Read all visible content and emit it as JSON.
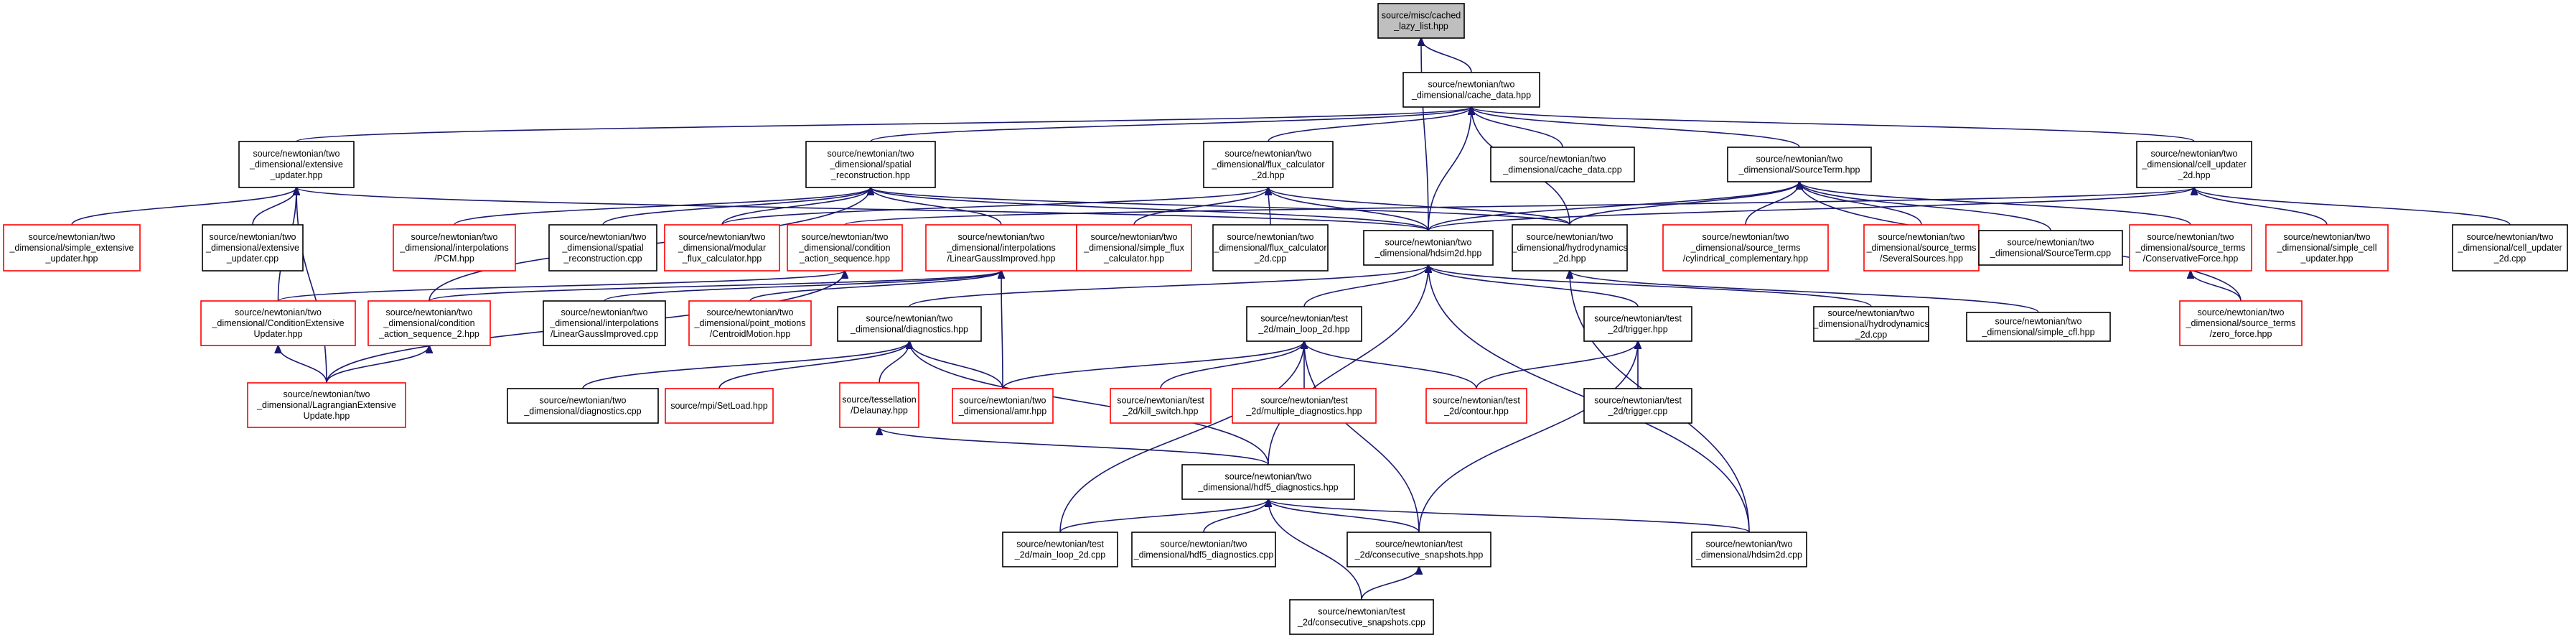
{
  "graph": {
    "nodes": [
      {
        "id": "n0",
        "lines": [
          "source/misc/cached",
          "_lazy_list.hpp"
        ],
        "style": "root"
      },
      {
        "id": "n1",
        "lines": [
          "source/newtonian/two",
          "_dimensional/cache_data.hpp"
        ],
        "style": "ref"
      },
      {
        "id": "n2",
        "lines": [
          "source/newtonian/two",
          "_dimensional/extensive",
          "_updater.hpp"
        ],
        "style": "ref"
      },
      {
        "id": "n3",
        "lines": [
          "source/newtonian/two",
          "_dimensional/spatial",
          "_reconstruction.hpp"
        ],
        "style": "ref"
      },
      {
        "id": "n4",
        "lines": [
          "source/newtonian/two",
          "_dimensional/flux_calculator",
          "_2d.hpp"
        ],
        "style": "ref"
      },
      {
        "id": "n5",
        "lines": [
          "source/newtonian/two",
          "_dimensional/cache_data.cpp"
        ],
        "style": "ref"
      },
      {
        "id": "n6",
        "lines": [
          "source/newtonian/two",
          "_dimensional/SourceTerm.hpp"
        ],
        "style": "ref"
      },
      {
        "id": "n7",
        "lines": [
          "source/newtonian/two",
          "_dimensional/cell_updater",
          "_2d.hpp"
        ],
        "style": "ref"
      },
      {
        "id": "n8",
        "lines": [
          "source/newtonian/two",
          "_dimensional/simple_extensive",
          "_updater.hpp"
        ],
        "style": "red"
      },
      {
        "id": "n9",
        "lines": [
          "source/newtonian/two",
          "_dimensional/extensive",
          "_updater.cpp"
        ],
        "style": "ref"
      },
      {
        "id": "n10",
        "lines": [
          "source/newtonian/two",
          "_dimensional/interpolations",
          "/PCM.hpp"
        ],
        "style": "red"
      },
      {
        "id": "n11",
        "lines": [
          "source/newtonian/two",
          "_dimensional/spatial",
          "_reconstruction.cpp"
        ],
        "style": "ref"
      },
      {
        "id": "n12",
        "lines": [
          "source/newtonian/two",
          "_dimensional/modular",
          "_flux_calculator.hpp"
        ],
        "style": "red"
      },
      {
        "id": "n13",
        "lines": [
          "source/newtonian/two",
          "_dimensional/condition",
          "_action_sequence.hpp"
        ],
        "style": "red"
      },
      {
        "id": "n14",
        "lines": [
          "source/newtonian/two",
          "_dimensional/interpolations",
          "/LinearGaussImproved.hpp"
        ],
        "style": "red"
      },
      {
        "id": "n15",
        "lines": [
          "source/newtonian/two",
          "_dimensional/simple_flux",
          "_calculator.hpp"
        ],
        "style": "red"
      },
      {
        "id": "n16",
        "lines": [
          "source/newtonian/two",
          "_dimensional/flux_calculator",
          "_2d.cpp"
        ],
        "style": "ref"
      },
      {
        "id": "n17",
        "lines": [
          "source/newtonian/two",
          "_dimensional/hdsim2d.hpp"
        ],
        "style": "ref"
      },
      {
        "id": "n18",
        "lines": [
          "source/newtonian/two",
          "_dimensional/hydrodynamics",
          "_2d.hpp"
        ],
        "style": "ref"
      },
      {
        "id": "n19",
        "lines": [
          "source/newtonian/two",
          "_dimensional/source_terms",
          "/cylindrical_complementary.hpp"
        ],
        "style": "red"
      },
      {
        "id": "n20",
        "lines": [
          "source/newtonian/two",
          "_dimensional/source_terms",
          "/SeveralSources.hpp"
        ],
        "style": "red"
      },
      {
        "id": "n21",
        "lines": [
          "source/newtonian/two",
          "_dimensional/SourceTerm.cpp"
        ],
        "style": "ref"
      },
      {
        "id": "n22",
        "lines": [
          "source/newtonian/two",
          "_dimensional/source_terms",
          "/ConservativeForce.hpp"
        ],
        "style": "red"
      },
      {
        "id": "n23",
        "lines": [
          "source/newtonian/two",
          "_dimensional/simple_cell",
          "_updater.hpp"
        ],
        "style": "red"
      },
      {
        "id": "n24",
        "lines": [
          "source/newtonian/two",
          "_dimensional/cell_updater",
          "_2d.cpp"
        ],
        "style": "ref"
      },
      {
        "id": "n25",
        "lines": [
          "source/newtonian/two",
          "_dimensional/ConditionExtensive",
          "Updater.hpp"
        ],
        "style": "red"
      },
      {
        "id": "n26",
        "lines": [
          "source/newtonian/two",
          "_dimensional/condition",
          "_action_sequence_2.hpp"
        ],
        "style": "red"
      },
      {
        "id": "n27",
        "lines": [
          "source/newtonian/two",
          "_dimensional/interpolations",
          "/LinearGaussImproved.cpp"
        ],
        "style": "ref"
      },
      {
        "id": "n28",
        "lines": [
          "source/newtonian/two",
          "_dimensional/point_motions",
          "/CentroidMotion.hpp"
        ],
        "style": "red"
      },
      {
        "id": "n29",
        "lines": [
          "source/newtonian/two",
          "_dimensional/diagnostics.hpp"
        ],
        "style": "ref"
      },
      {
        "id": "n30",
        "lines": [
          "source/newtonian/test",
          "_2d/main_loop_2d.hpp"
        ],
        "style": "ref"
      },
      {
        "id": "n31",
        "lines": [
          "source/newtonian/test",
          "_2d/trigger.hpp"
        ],
        "style": "ref"
      },
      {
        "id": "n32",
        "lines": [
          "source/newtonian/two",
          "_dimensional/hydrodynamics",
          "_2d.cpp"
        ],
        "style": "ref"
      },
      {
        "id": "n33",
        "lines": [
          "source/newtonian/two",
          "_dimensional/simple_cfl.hpp"
        ],
        "style": "ref"
      },
      {
        "id": "n34",
        "lines": [
          "source/newtonian/two",
          "_dimensional/source_terms",
          "/zero_force.hpp"
        ],
        "style": "red"
      },
      {
        "id": "n35",
        "lines": [
          "source/newtonian/two",
          "_dimensional/LagrangianExtensive",
          "Update.hpp"
        ],
        "style": "red"
      },
      {
        "id": "n36",
        "lines": [
          "source/newtonian/two",
          "_dimensional/diagnostics.cpp"
        ],
        "style": "ref"
      },
      {
        "id": "n37",
        "lines": [
          "source/mpi/SetLoad.hpp"
        ],
        "style": "red"
      },
      {
        "id": "n38",
        "lines": [
          "source/tessellation",
          "/Delaunay.hpp"
        ],
        "style": "red"
      },
      {
        "id": "n39",
        "lines": [
          "source/newtonian/two",
          "_dimensional/amr.hpp"
        ],
        "style": "red"
      },
      {
        "id": "n40",
        "lines": [
          "source/newtonian/test",
          "_2d/kill_switch.hpp"
        ],
        "style": "red"
      },
      {
        "id": "n41",
        "lines": [
          "source/newtonian/test",
          "_2d/multiple_diagnostics.hpp"
        ],
        "style": "red"
      },
      {
        "id": "n42",
        "lines": [
          "source/newtonian/test",
          "_2d/contour.hpp"
        ],
        "style": "red"
      },
      {
        "id": "n43",
        "lines": [
          "source/newtonian/test",
          "_2d/trigger.cpp"
        ],
        "style": "ref"
      },
      {
        "id": "n44",
        "lines": [
          "source/newtonian/two",
          "_dimensional/hdf5_diagnostics.hpp"
        ],
        "style": "ref"
      },
      {
        "id": "n45",
        "lines": [
          "source/newtonian/test",
          "_2d/main_loop_2d.cpp"
        ],
        "style": "ref"
      },
      {
        "id": "n46",
        "lines": [
          "source/newtonian/two",
          "_dimensional/hdf5_diagnostics.cpp"
        ],
        "style": "ref"
      },
      {
        "id": "n47",
        "lines": [
          "source/newtonian/test",
          "_2d/consecutive_snapshots.hpp"
        ],
        "style": "ref"
      },
      {
        "id": "n48",
        "lines": [
          "source/newtonian/two",
          "_dimensional/hdsim2d.cpp"
        ],
        "style": "ref"
      },
      {
        "id": "n49",
        "lines": [
          "source/newtonian/test",
          "_2d/consecutive_snapshots.cpp"
        ],
        "style": "ref"
      }
    ],
    "edges": [
      [
        "n1",
        "n0"
      ],
      [
        "n17",
        "n0"
      ],
      [
        "n2",
        "n1"
      ],
      [
        "n3",
        "n1"
      ],
      [
        "n4",
        "n1"
      ],
      [
        "n5",
        "n1"
      ],
      [
        "n6",
        "n1"
      ],
      [
        "n7",
        "n1"
      ],
      [
        "n17",
        "n1"
      ],
      [
        "n18",
        "n1"
      ],
      [
        "n8",
        "n2"
      ],
      [
        "n9",
        "n2"
      ],
      [
        "n17",
        "n2"
      ],
      [
        "n25",
        "n2"
      ],
      [
        "n35",
        "n2"
      ],
      [
        "n10",
        "n3"
      ],
      [
        "n11",
        "n3"
      ],
      [
        "n12",
        "n3"
      ],
      [
        "n14",
        "n3"
      ],
      [
        "n17",
        "n3"
      ],
      [
        "n18",
        "n3"
      ],
      [
        "n26",
        "n3"
      ],
      [
        "n12",
        "n4"
      ],
      [
        "n15",
        "n4"
      ],
      [
        "n16",
        "n4"
      ],
      [
        "n17",
        "n4"
      ],
      [
        "n18",
        "n4"
      ],
      [
        "n17",
        "n6"
      ],
      [
        "n18",
        "n6"
      ],
      [
        "n19",
        "n6"
      ],
      [
        "n20",
        "n6"
      ],
      [
        "n21",
        "n6"
      ],
      [
        "n22",
        "n6"
      ],
      [
        "n34",
        "n6"
      ],
      [
        "n13",
        "n7"
      ],
      [
        "n17",
        "n7"
      ],
      [
        "n23",
        "n7"
      ],
      [
        "n24",
        "n7"
      ],
      [
        "n25",
        "n13"
      ],
      [
        "n35",
        "n13"
      ],
      [
        "n26",
        "n14"
      ],
      [
        "n27",
        "n14"
      ],
      [
        "n28",
        "n14"
      ],
      [
        "n39",
        "n14"
      ],
      [
        "n29",
        "n17"
      ],
      [
        "n30",
        "n17"
      ],
      [
        "n31",
        "n17"
      ],
      [
        "n32",
        "n17"
      ],
      [
        "n44",
        "n17"
      ],
      [
        "n48",
        "n17"
      ],
      [
        "n33",
        "n18"
      ],
      [
        "n48",
        "n18"
      ],
      [
        "n34",
        "n22"
      ],
      [
        "n35",
        "n25"
      ],
      [
        "n35",
        "n26"
      ],
      [
        "n36",
        "n29"
      ],
      [
        "n37",
        "n29"
      ],
      [
        "n38",
        "n29"
      ],
      [
        "n39",
        "n29"
      ],
      [
        "n44",
        "n29"
      ],
      [
        "n39",
        "n30"
      ],
      [
        "n40",
        "n30"
      ],
      [
        "n41",
        "n30"
      ],
      [
        "n42",
        "n30"
      ],
      [
        "n45",
        "n30"
      ],
      [
        "n47",
        "n30"
      ],
      [
        "n42",
        "n31"
      ],
      [
        "n43",
        "n31"
      ],
      [
        "n47",
        "n31"
      ],
      [
        "n44",
        "n38"
      ],
      [
        "n45",
        "n44"
      ],
      [
        "n46",
        "n44"
      ],
      [
        "n47",
        "n44"
      ],
      [
        "n48",
        "n44"
      ],
      [
        "n49",
        "n44"
      ],
      [
        "n49",
        "n47"
      ]
    ]
  }
}
